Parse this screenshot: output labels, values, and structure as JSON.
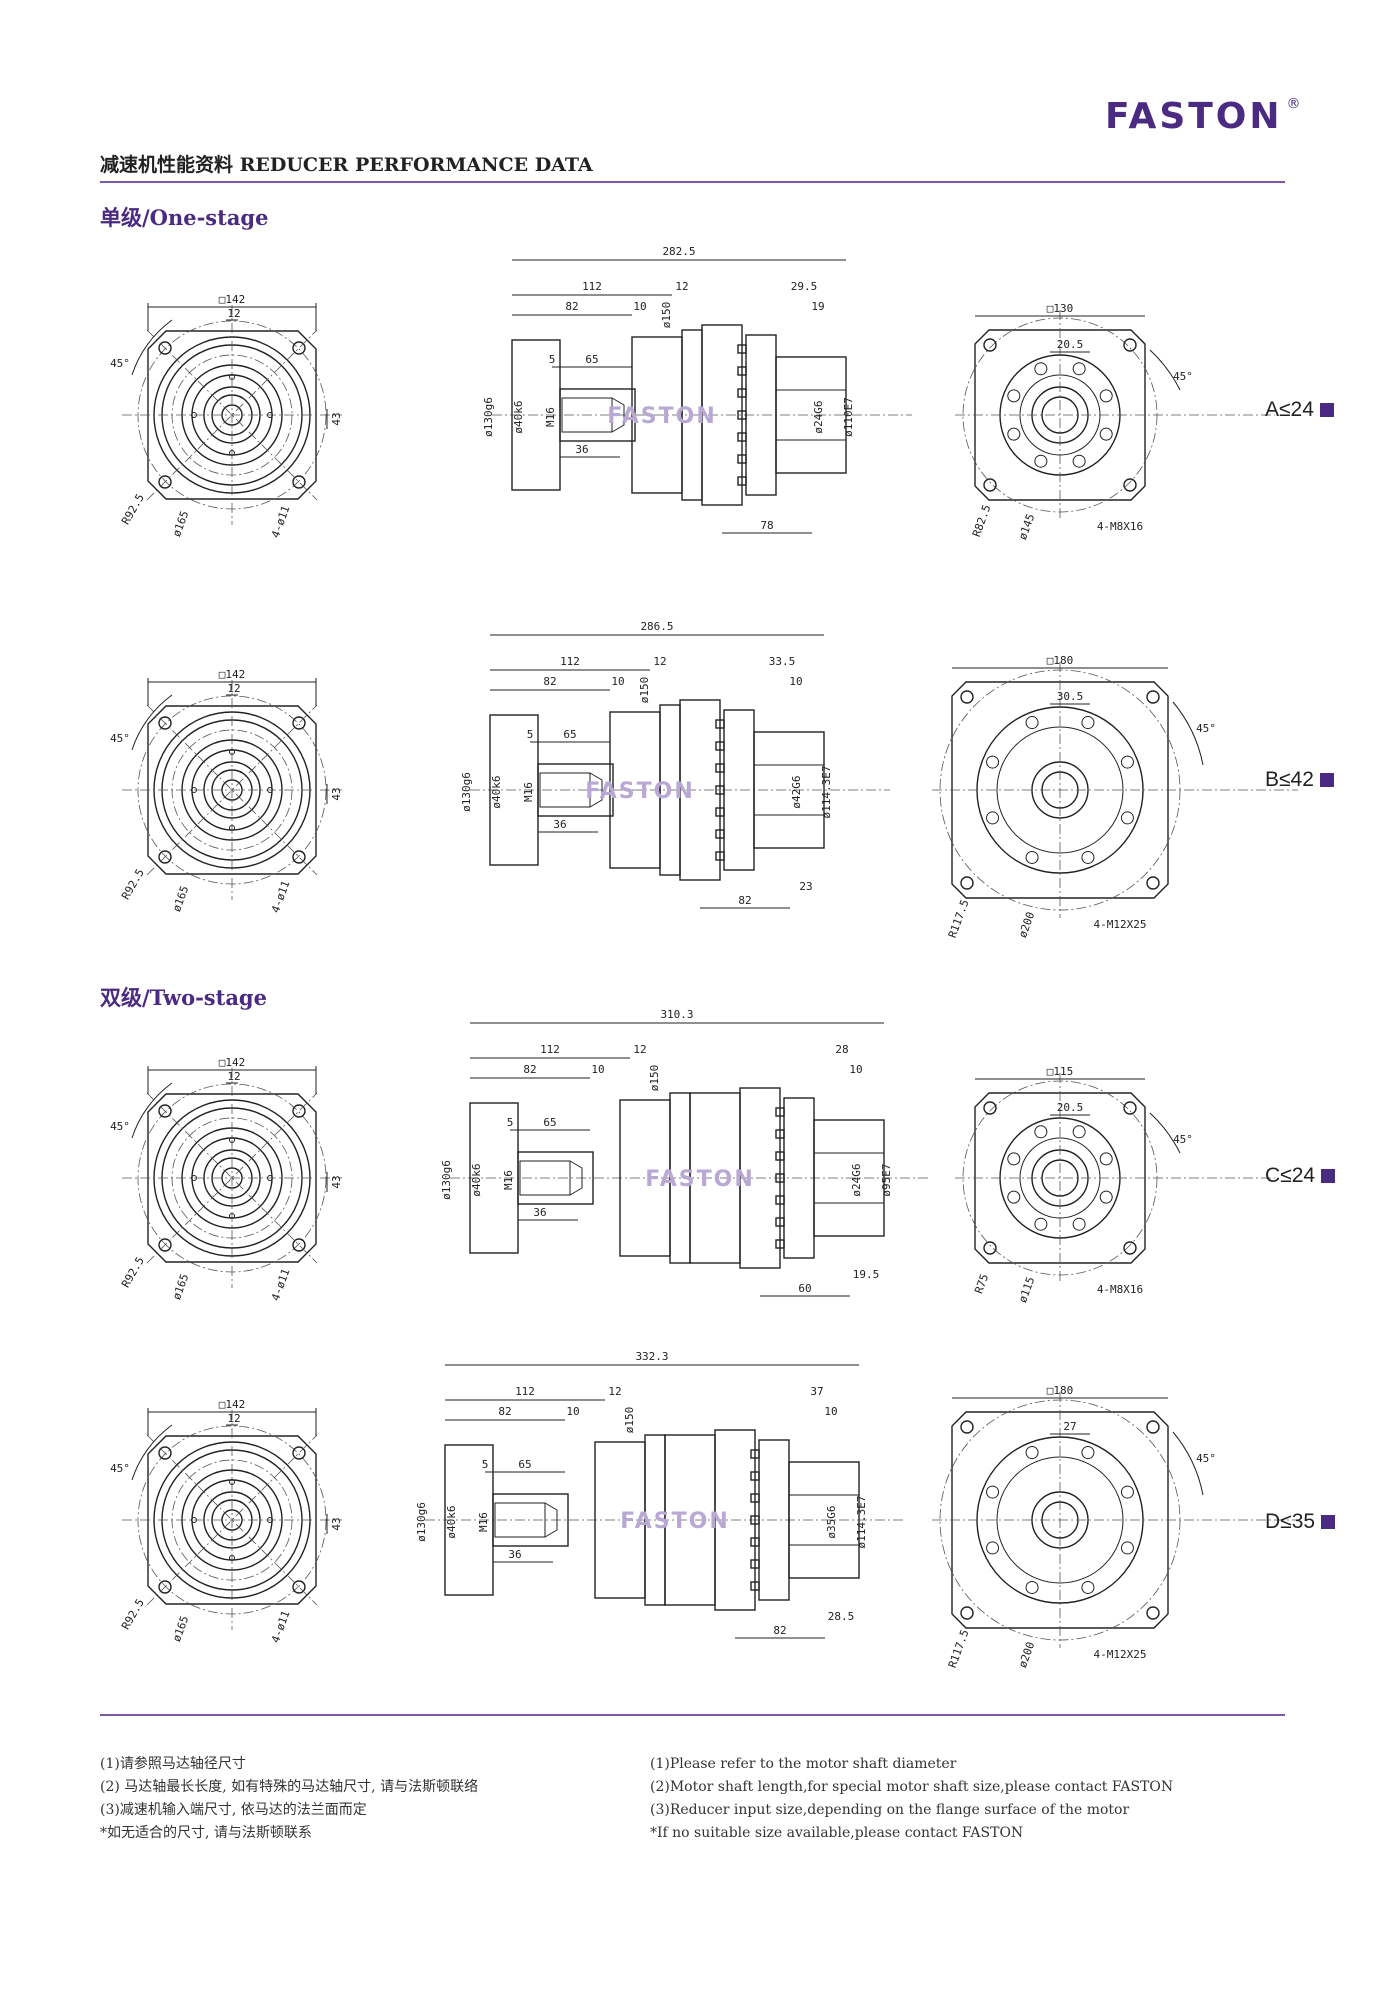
{
  "brand": {
    "logo": "FASTON",
    "mark": "®"
  },
  "page_title": "减速机性能资料 REDUCER PERFORMANCE DATA",
  "sections": {
    "one_stage": "单级/One-stage",
    "two_stage": "双级/Two-stage"
  },
  "watermark": "FASTON",
  "rows": [
    {
      "ratio": "A≤24",
      "front": {
        "square": "□142",
        "offset": "12",
        "angle": "45°",
        "height": "43",
        "radius": "R92.5",
        "pcd": "ø165",
        "holes": "4-ø11"
      },
      "side": {
        "total": "282.5",
        "d1": "112",
        "d2": "12",
        "d3": "82",
        "d4": "10",
        "d5": "29.5",
        "d6": "19",
        "d7": "65",
        "d8": "5",
        "d9": "36",
        "d10": "78",
        "dia1": "ø130g6",
        "dia2": "ø40k6",
        "thread": "M16",
        "flange": "ø150",
        "motor_shaft": "ø24G6",
        "spigot": "ø110E7"
      },
      "rear": {
        "square": "□130",
        "offset": "20.5",
        "angle": "45°",
        "radius": "R82.5",
        "pcd": "ø145",
        "holes": "4-M8X16"
      }
    },
    {
      "ratio": "B≤42",
      "front": {
        "square": "□142",
        "offset": "12",
        "angle": "45°",
        "height": "43",
        "radius": "R92.5",
        "pcd": "ø165",
        "holes": "4-ø11"
      },
      "side": {
        "total": "286.5",
        "d1": "112",
        "d2": "12",
        "d3": "82",
        "d4": "10",
        "d5": "33.5",
        "d6": "10",
        "d7": "65",
        "d8": "5",
        "d9": "36",
        "d10": "82",
        "d11": "23",
        "dia1": "ø130g6",
        "dia2": "ø40k6",
        "thread": "M16",
        "flange": "ø150",
        "motor_shaft": "ø42G6",
        "spigot": "ø114.3E7"
      },
      "rear": {
        "square": "□180",
        "offset": "30.5",
        "angle": "45°",
        "radius": "R117.5",
        "pcd": "ø200",
        "holes": "4-M12X25"
      }
    },
    {
      "ratio": "C≤24",
      "front": {
        "square": "□142",
        "offset": "12",
        "angle": "45°",
        "height": "43",
        "radius": "R92.5",
        "pcd": "ø165",
        "holes": "4-ø11"
      },
      "side": {
        "total": "310.3",
        "d1": "112",
        "d2": "12",
        "d3": "82",
        "d4": "10",
        "d5": "28",
        "d6": "10",
        "d7": "65",
        "d8": "5",
        "d9": "36",
        "d10": "60",
        "d11": "19.5",
        "dia1": "ø130g6",
        "dia2": "ø40k6",
        "thread": "M16",
        "flange": "ø150",
        "motor_shaft": "ø24G6",
        "spigot": "ø95E7"
      },
      "rear": {
        "square": "□115",
        "offset": "20.5",
        "angle": "45°",
        "radius": "R75",
        "pcd": "ø115",
        "holes": "4-M8X16"
      }
    },
    {
      "ratio": "D≤35",
      "front": {
        "square": "□142",
        "offset": "12",
        "angle": "45°",
        "height": "43",
        "radius": "R92.5",
        "pcd": "ø165",
        "holes": "4-ø11"
      },
      "side": {
        "total": "332.3",
        "d1": "112",
        "d2": "12",
        "d3": "82",
        "d4": "10",
        "d5": "37",
        "d6": "10",
        "d7": "65",
        "d8": "5",
        "d9": "36",
        "d10": "82",
        "d11": "28.5",
        "dia1": "ø130g6",
        "dia2": "ø40k6",
        "thread": "M16",
        "flange": "ø150",
        "motor_shaft": "ø35G6",
        "spigot": "ø114.3E7"
      },
      "rear": {
        "square": "□180",
        "offset": "27",
        "angle": "45°",
        "radius": "R117.5",
        "pcd": "ø200",
        "holes": "4-M12X25"
      }
    }
  ],
  "notes_cn": [
    "(1)请参照马达轴径尺寸",
    "(2) 马达轴最长长度, 如有特殊的马达轴尺寸, 请与法斯顿联络",
    "(3)减速机输入端尺寸, 依马达的法兰面而定",
    "*如无适合的尺寸, 请与法斯顿联系"
  ],
  "notes_en": [
    "(1)Please refer to the motor shaft diameter",
    "(2)Motor shaft length,for special motor shaft size,please contact FASTON",
    "(3)Reducer input size,depending on the flange surface of the motor",
    "*If no suitable size available,please contact FASTON"
  ],
  "colors": {
    "brand": "#4b2a82",
    "rule": "#7b5aa6",
    "watermark": "#b9a8d4"
  }
}
